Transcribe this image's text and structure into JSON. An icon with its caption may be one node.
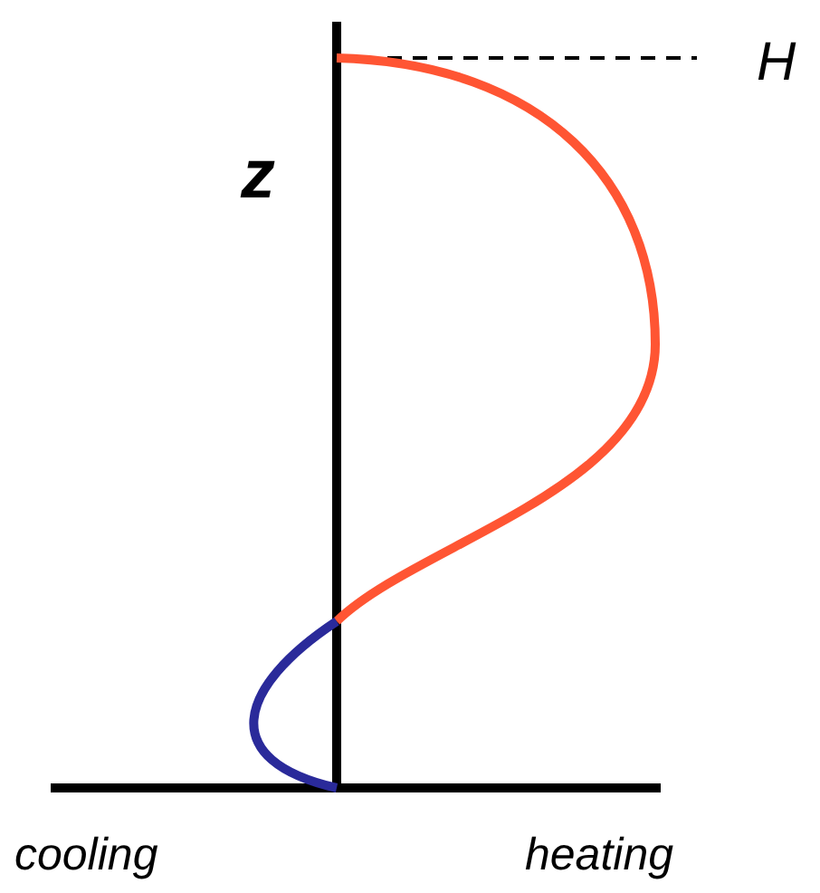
{
  "diagram": {
    "labels": [
      "z",
      "H",
      "cooling",
      "heating"
    ]
  }
}
